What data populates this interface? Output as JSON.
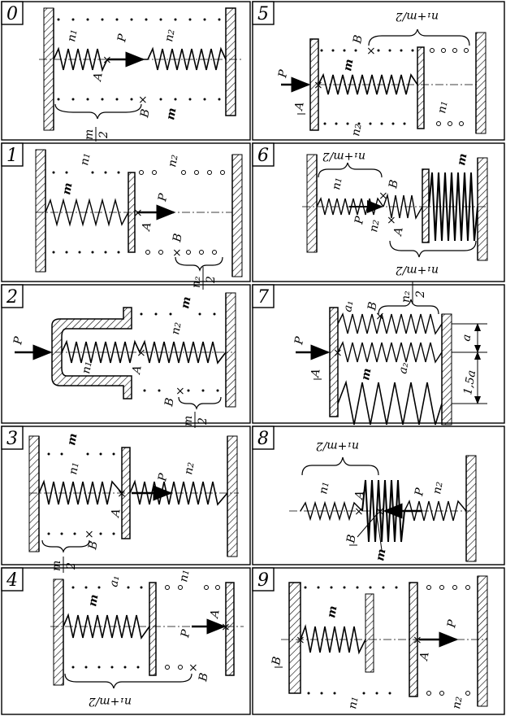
{
  "panels": [
    {
      "number": "0"
    },
    {
      "number": "5"
    },
    {
      "number": "1"
    },
    {
      "number": "6"
    },
    {
      "number": "2"
    },
    {
      "number": "7"
    },
    {
      "number": "3"
    },
    {
      "number": "8"
    },
    {
      "number": "4"
    },
    {
      "number": "9"
    }
  ],
  "labels": {
    "P": "P",
    "A": "A",
    "B": "B",
    "m": "m",
    "n1": "n",
    "n2": "n",
    "n1_sub": "1",
    "n2_sub": "2",
    "a": "a",
    "a1": "a₁",
    "a2": "a₂",
    "a_dim": "a",
    "a15_dim": "1,5a",
    "m2_num": "m",
    "m2_den": "2",
    "n_plus_m2": "n₁+m/2",
    "n2_frac_num": "n₂",
    "n2_frac_den": "2"
  }
}
